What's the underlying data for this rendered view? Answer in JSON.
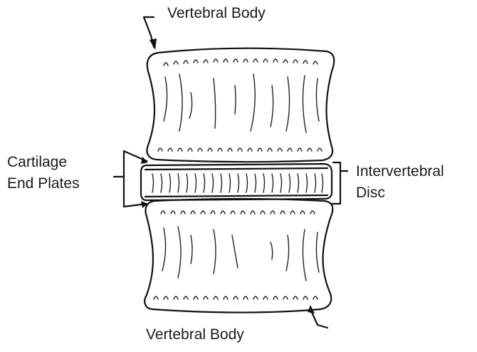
{
  "labels": {
    "vertebral_body_top": "Vertebral Body",
    "vertebral_body_bottom": "Vertebral Body",
    "cartilage_line1": "Cartilage",
    "cartilage_line2": "End Plates",
    "disc_line1": "Intervertebral",
    "disc_line2": "Disc"
  },
  "colors": {
    "ink": "#111111",
    "background": "#ffffff"
  }
}
